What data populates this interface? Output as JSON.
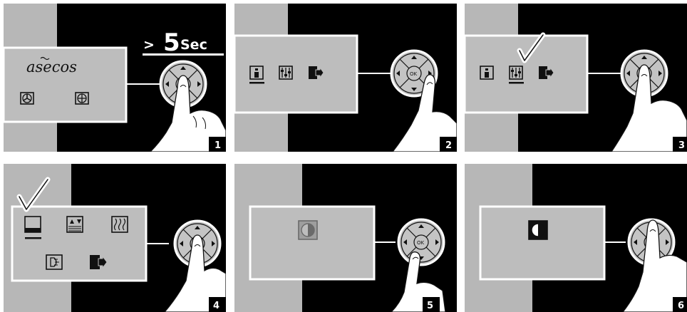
{
  "instruction": {
    "operator": ">",
    "value": "5",
    "unit": "Sec"
  },
  "brand": "asecos",
  "ok_label": "OK",
  "steps": [
    {
      "number": "1"
    },
    {
      "number": "2"
    },
    {
      "number": "3"
    },
    {
      "number": "4"
    },
    {
      "number": "5"
    },
    {
      "number": "6"
    }
  ],
  "colors": {
    "background": "#000000",
    "panel_grey": "#b7b7b7",
    "screen_grey": "#bdbdbd",
    "line_white": "#ffffff"
  }
}
